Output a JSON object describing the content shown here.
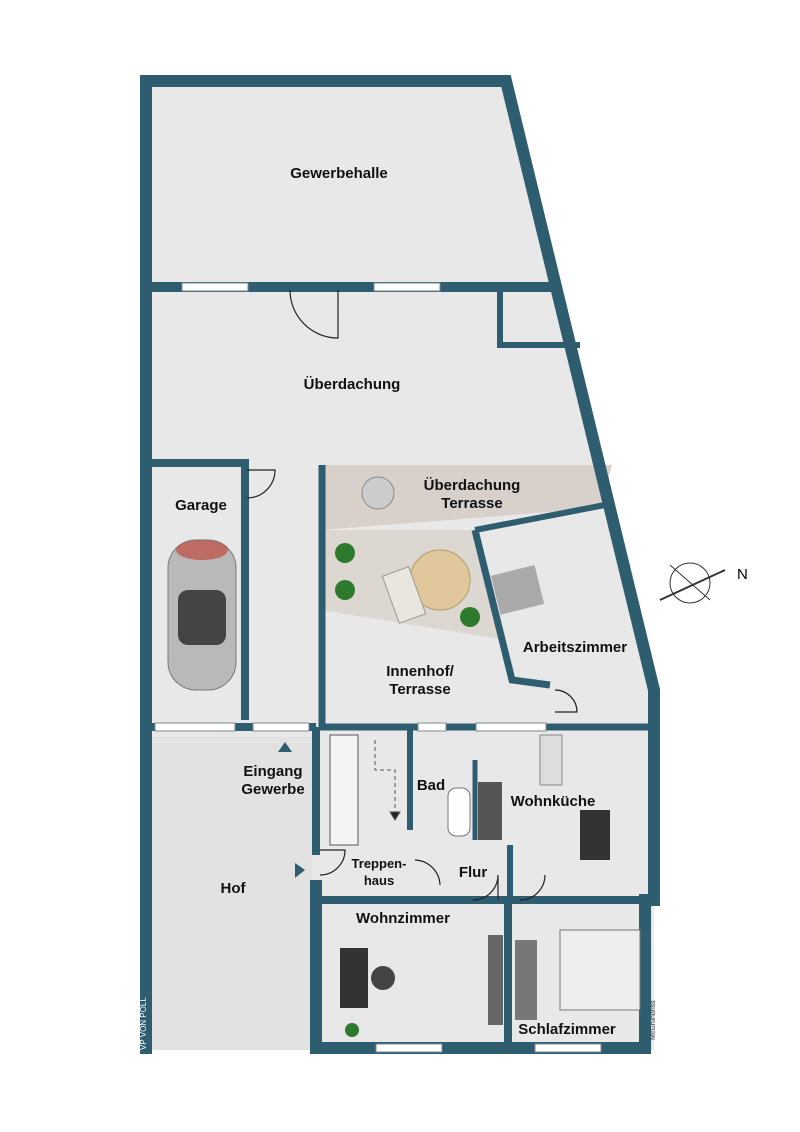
{
  "colors": {
    "wall": "#2f5d70",
    "floor": "#e6e6e6",
    "floor_light": "#eeeeee",
    "wood": "#d9d2cc"
  },
  "rooms": {
    "gewerbehalle": "Gewerbehalle",
    "ueberdachung": "Überdachung",
    "garage": "Garage",
    "ueberdachung_terrasse_1": "Überdachung",
    "ueberdachung_terrasse_2": "Terrasse",
    "arbeitszimmer": "Arbeitszimmer",
    "innenhof_1": "Innenhof/",
    "innenhof_2": "Terrasse",
    "eingang_1": "Eingang",
    "eingang_2": "Gewerbe",
    "bad": "Bad",
    "wohnkueche": "Wohnküche",
    "treppenhaus_1": "Treppen-",
    "treppenhaus_2": "haus",
    "flur": "Flur",
    "hof": "Hof",
    "wohnzimmer": "Wohnzimmer",
    "schlafzimmer": "Schlafzimmer"
  },
  "compass": {
    "label": "N"
  },
  "logo": {
    "text": "VP VON POLL"
  },
  "credit": "McGrundriss"
}
